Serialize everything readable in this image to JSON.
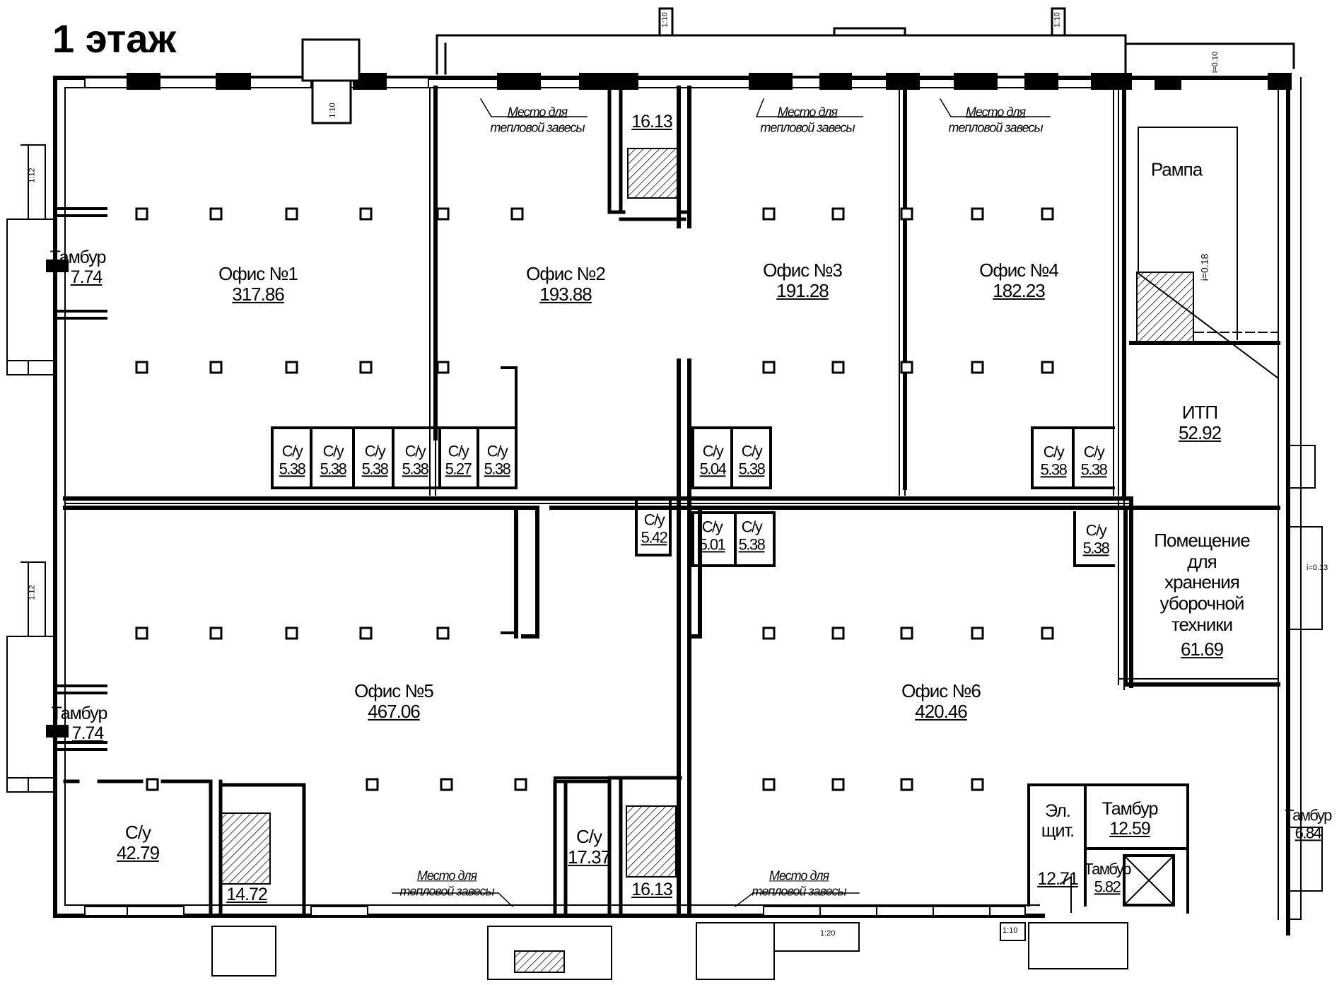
{
  "title": "1 этаж",
  "rooms": {
    "office1": {
      "name": "Офис №1",
      "area": "317.86"
    },
    "office2": {
      "name": "Офис №2",
      "area": "193.88"
    },
    "office3": {
      "name": "Офис №3",
      "area": "191.28"
    },
    "office4": {
      "name": "Офис №4",
      "area": "182.23"
    },
    "office5": {
      "name": "Офис №5",
      "area": "467.06"
    },
    "office6": {
      "name": "Офис №6",
      "area": "420.46"
    },
    "vestibule_top": {
      "name": "Тамбур",
      "area": "7.74"
    },
    "vestibule_mid": {
      "name": "Тамбур",
      "area": "7.74"
    },
    "vestibule_br1": {
      "name": "Тамбур",
      "area": "12.59"
    },
    "vestibule_br2": {
      "name": "Тамбур",
      "area": "5.82"
    },
    "vestibule_right": {
      "name": "Тамбур",
      "area": "6.84"
    },
    "itp": {
      "name": "ИТП",
      "area": "52.92"
    },
    "ramp": {
      "name": "Рампа"
    },
    "storage": {
      "name": "Помещение для хранения уборочной техники",
      "name_lines": [
        "Помещение",
        "для",
        "хранения",
        "уборочной",
        "техники"
      ],
      "area": "61.69"
    },
    "elshield": {
      "name": "Эл. щит.",
      "name_lines": [
        "Эл.",
        "щит."
      ],
      "area": "12.71"
    },
    "wc_bl": {
      "name": "С/у",
      "area": "42.79"
    },
    "wc_b2": {
      "name": "С/у",
      "area": "17.37"
    },
    "stair_tr": {
      "area": "16.13"
    },
    "stair_br": {
      "area": "16.13"
    },
    "stair_bl": {
      "area": "14.72"
    }
  },
  "wc_small": [
    {
      "name": "С/у",
      "area": "5.38"
    },
    {
      "name": "С/у",
      "area": "5.38"
    },
    {
      "name": "С/у",
      "area": "5.38"
    },
    {
      "name": "С/у",
      "area": "5.38"
    },
    {
      "name": "С/у",
      "area": "5.27"
    },
    {
      "name": "С/у",
      "area": "5.38"
    },
    {
      "name": "С/у",
      "area": "5.04"
    },
    {
      "name": "С/у",
      "area": "5.38"
    },
    {
      "name": "С/у",
      "area": "5.38"
    },
    {
      "name": "С/у",
      "area": "5.38"
    },
    {
      "name": "С/у",
      "area": "5.42"
    },
    {
      "name": "С/у",
      "area": "5.01"
    },
    {
      "name": "С/у",
      "area": "5.38"
    },
    {
      "name": "С/у",
      "area": "5.38"
    }
  ],
  "notes": {
    "curtain_l1": "Место для",
    "curtain_l2": "тепловой завесы"
  },
  "slopes": {
    "top_right": "i=0.10",
    "ramp": "i=0.18",
    "right": "i=0.13",
    "scale_10": "1:10",
    "scale_12": "1:12",
    "scale_20": "1:20"
  }
}
